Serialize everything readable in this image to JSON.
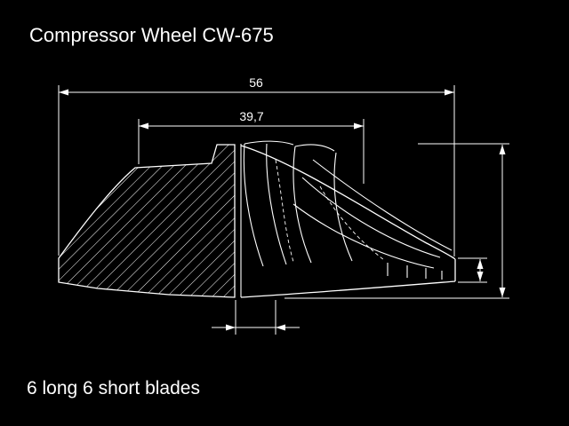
{
  "title": "Compressor Wheel CW-675",
  "footnote": "6 long 6 short blades",
  "drawing": {
    "name": "compressor-wheel-cross-section",
    "dimensions": {
      "overall_width": "56",
      "inducer_width": "39,7"
    }
  },
  "colors": {
    "background": "#000000",
    "line": "#ffffff",
    "text": "#ffffff"
  }
}
